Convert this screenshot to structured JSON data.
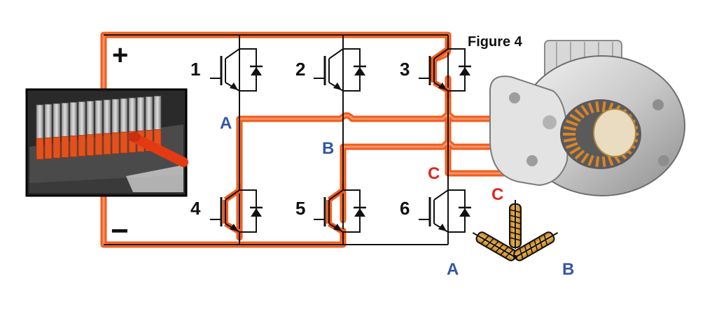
{
  "figure_label": "Figure 4",
  "rails": {
    "positive": "+",
    "negative": "−"
  },
  "switches": [
    {
      "number": "1"
    },
    {
      "number": "2"
    },
    {
      "number": "3"
    },
    {
      "number": "4"
    },
    {
      "number": "5"
    },
    {
      "number": "6"
    }
  ],
  "phases": {
    "a": "A",
    "b": "B",
    "c": "C"
  },
  "winding_labels": {
    "a": "A",
    "b": "B",
    "c": "C"
  },
  "colors": {
    "current_path": "#f25c1c",
    "wire": "#111111",
    "phase_ab": "#3557a6",
    "phase_c": "#e1261c",
    "coil": "#e8a93a"
  },
  "images": {
    "battery": "battery-pack-photo",
    "motor": "electric-motor-photo"
  }
}
